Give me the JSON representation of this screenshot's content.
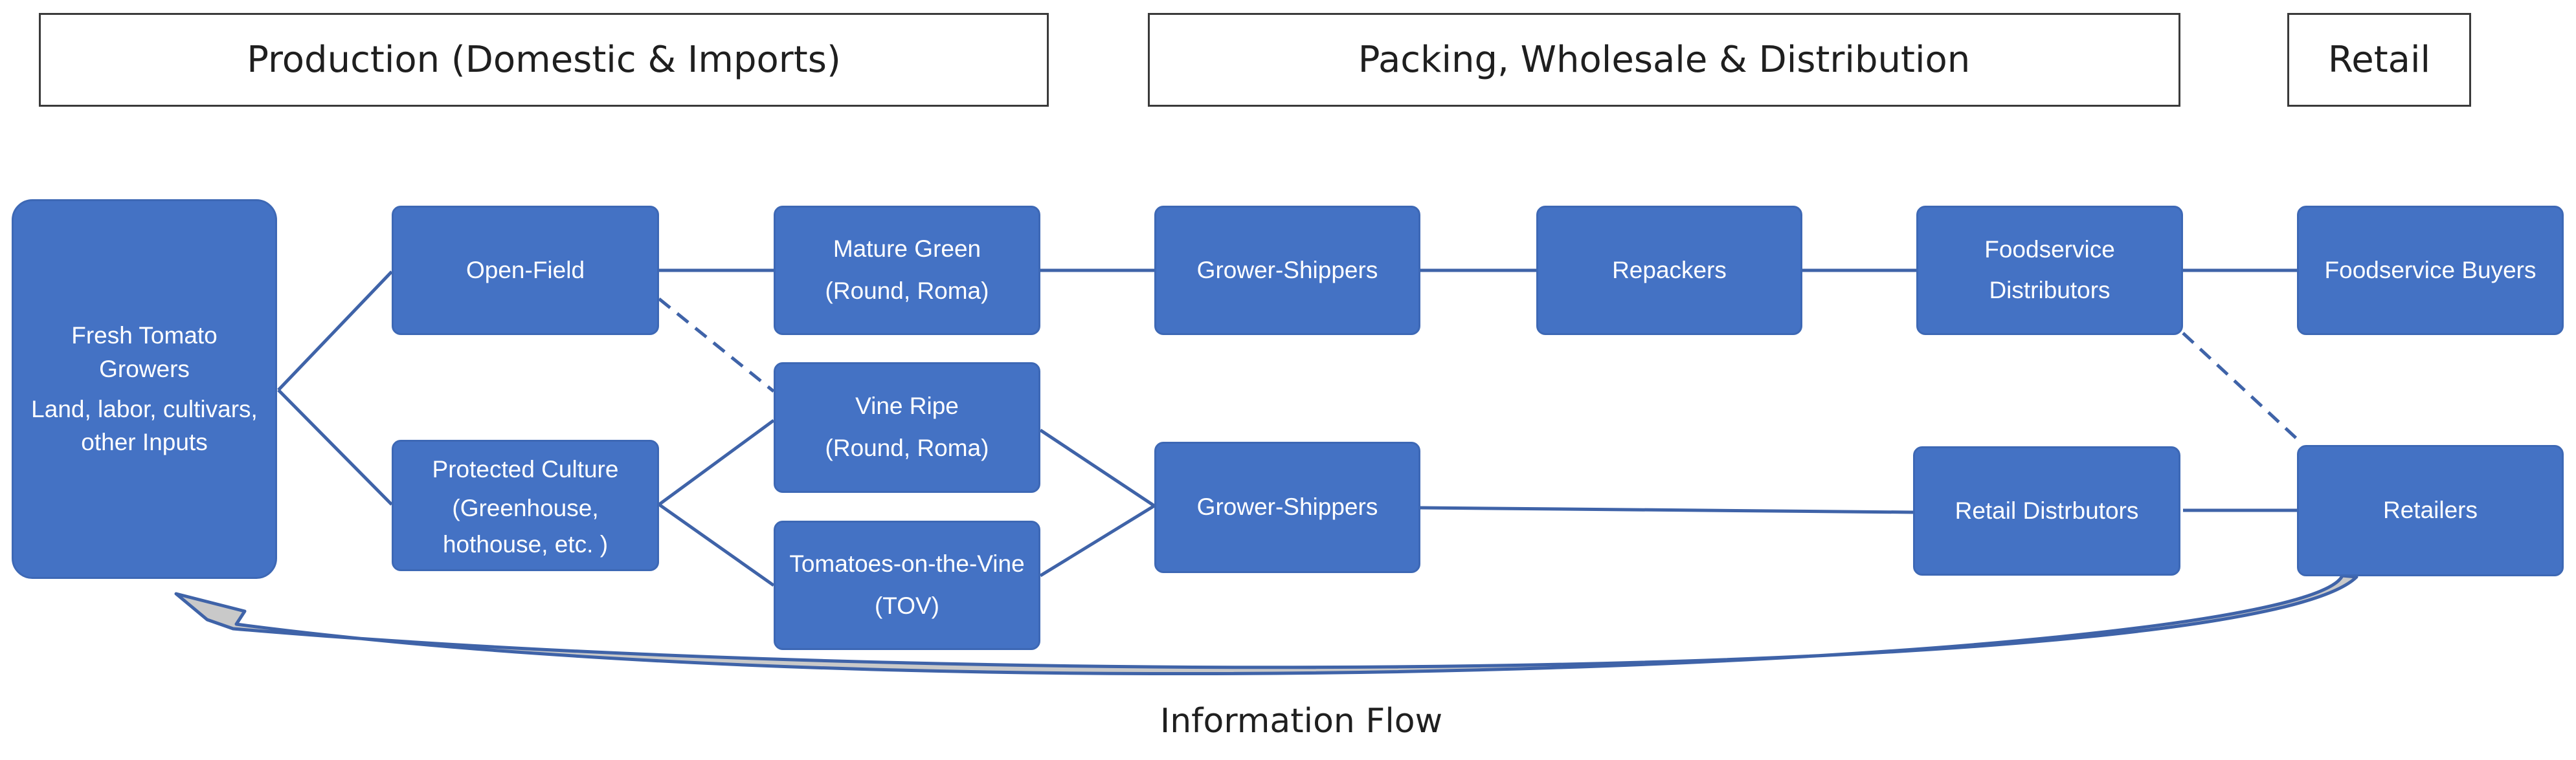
{
  "stages": {
    "production": "Production (Domestic & Imports)",
    "packing": "Packing, Wholesale & Distribution",
    "retail": "Retail"
  },
  "nodes": {
    "growers": {
      "title": "Fresh Tomato Growers",
      "sub": "Land, labor, cultivars, other Inputs"
    },
    "open_field": {
      "title": "Open-Field"
    },
    "protected": {
      "title": "Protected Culture",
      "sub": "(Greenhouse, hothouse, etc. )"
    },
    "mature_green": {
      "title": "Mature Green",
      "sub": "(Round, Roma)"
    },
    "vine_ripe": {
      "title": "Vine Ripe",
      "sub": "(Round, Roma)"
    },
    "tov": {
      "title": "Tomatoes-on-the-Vine",
      "sub": "(TOV)"
    },
    "grower_shippers_top": {
      "title": "Grower-Shippers"
    },
    "grower_shippers_bottom": {
      "title": "Grower-Shippers"
    },
    "repackers": {
      "title": "Repackers"
    },
    "foodservice_distributors": {
      "title": "Foodservice Distributors"
    },
    "retail_distributors": {
      "title": "Retail Distrbutors"
    },
    "foodservice_buyers": {
      "title": "Foodservice Buyers"
    },
    "retailers": {
      "title": "Retailers"
    }
  },
  "information_flow": "Information Flow",
  "colors": {
    "node_fill": "#4472c4",
    "connector": "#3f63a8",
    "arrow_fill": "#c9c9c9"
  }
}
